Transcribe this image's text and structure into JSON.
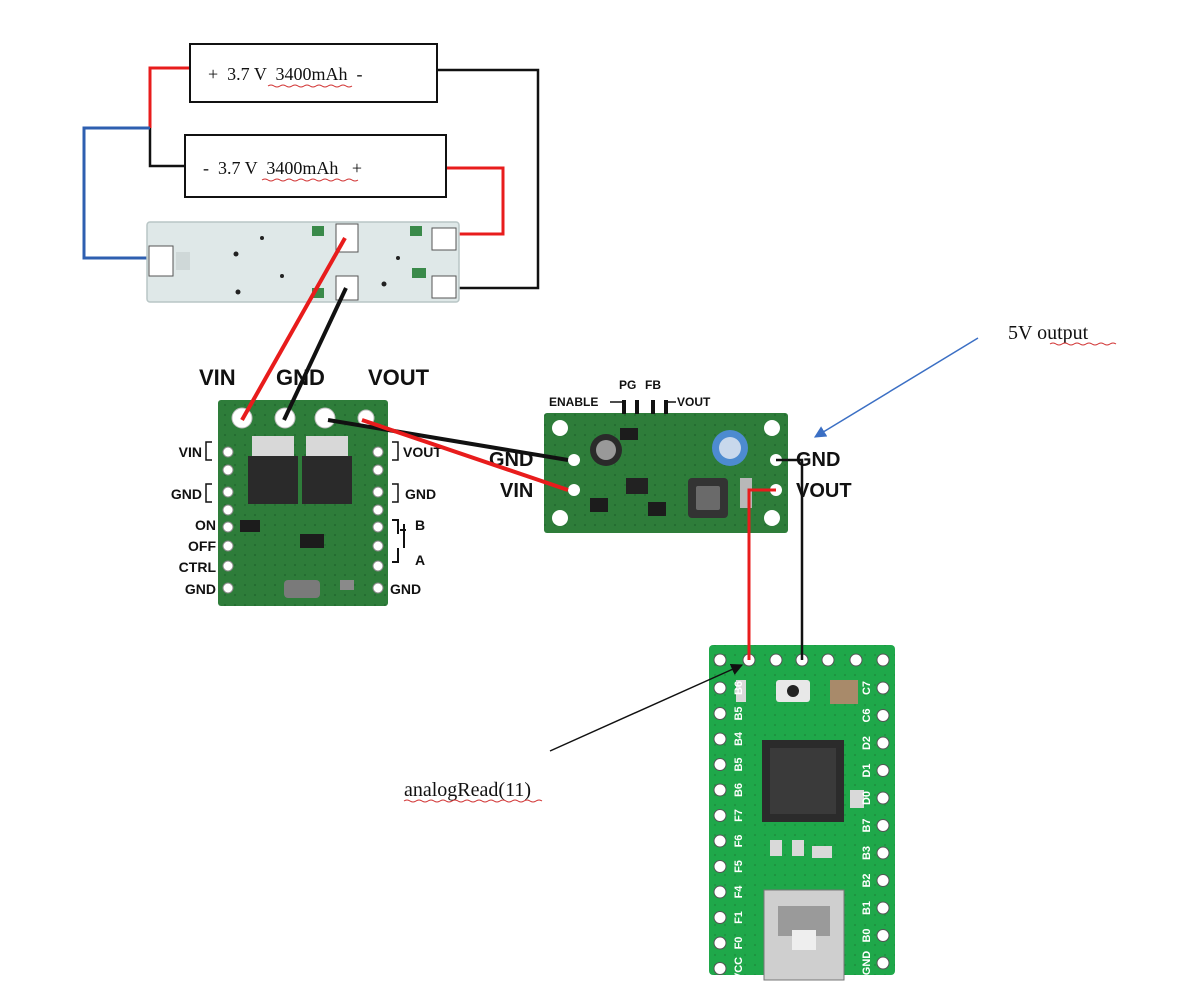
{
  "batteries": [
    {
      "label": "+  3.7 V  3400mAh  -"
    },
    {
      "label": "-  3.7 V  3400mAh   +"
    }
  ],
  "switch_board": {
    "top_labels": [
      "VIN",
      "GND",
      "VOUT"
    ],
    "left_labels": [
      "VIN",
      "GND",
      "ON",
      "OFF",
      "CTRL",
      "GND"
    ],
    "right_labels": [
      "VOUT",
      "GND",
      "B",
      "A",
      "GND"
    ]
  },
  "regulator": {
    "top_labels": [
      "ENABLE",
      "PG",
      "FB",
      "VOUT"
    ],
    "left_labels": [
      "GND",
      "VIN"
    ],
    "right_labels": [
      "GND",
      "VOUT"
    ]
  },
  "annotations": {
    "output": "5V output",
    "analog": "analogRead(11)"
  },
  "microcontroller": {
    "left_pins": [
      "B6",
      "B5",
      "B4",
      "B5",
      "B6",
      "F7",
      "F6",
      "F5",
      "F4",
      "F1",
      "F0",
      "VCC"
    ],
    "right_pins": [
      "C7",
      "C6",
      "D2",
      "D1",
      "D0",
      "B7",
      "B3",
      "B2",
      "B1",
      "B0",
      "GND"
    ]
  },
  "colors": {
    "wire_red": "#e81c1c",
    "wire_black": "#111111",
    "wire_blue": "#2e5fb0",
    "board_green": "#2e7d3a",
    "mcu_green": "#1fa84a",
    "bms_board": "#dfe8e8",
    "arrow_blue": "#3b6fc4"
  }
}
